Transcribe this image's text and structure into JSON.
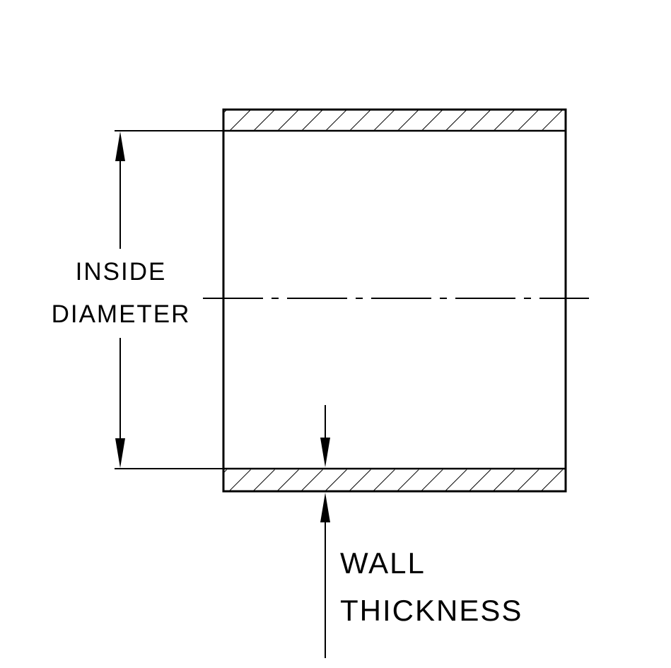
{
  "diagram": {
    "background": "#ffffff",
    "line_color": "#000000",
    "labels": {
      "inside_diameter": {
        "line1": "INSIDE",
        "line2": "DIAMETER"
      },
      "wall_thickness": {
        "line1": "WALL",
        "line2": "THICKNESS"
      }
    }
  }
}
